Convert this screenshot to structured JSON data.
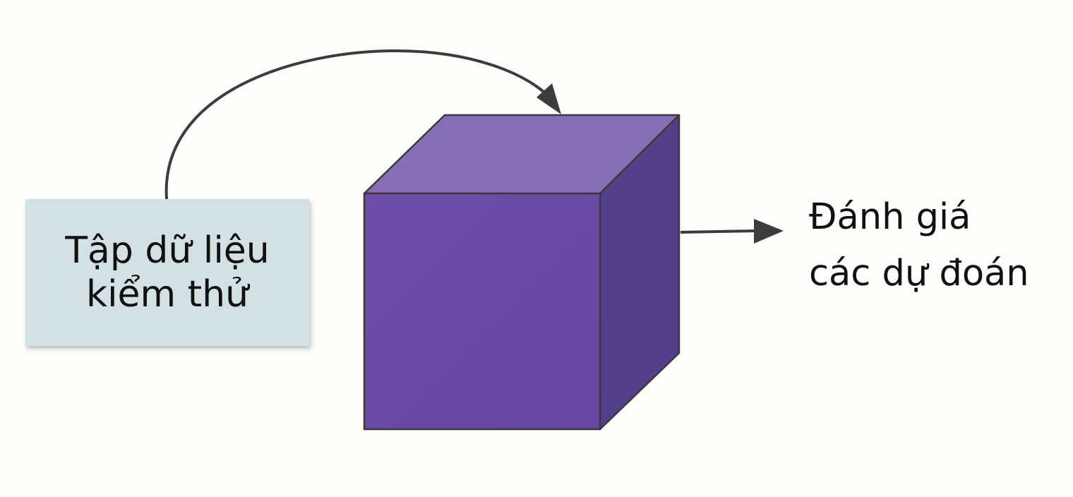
{
  "input_box": {
    "line1": "Tập dữ liệu",
    "line2": "kiểm thử"
  },
  "output_label": {
    "line1": "Đánh giá",
    "line2": "các dự đoán"
  },
  "colors": {
    "background": "#fdfdfc",
    "input_box_fill": "#d3e0e4",
    "cube_front": "#6a4ba6",
    "cube_top": "#8670b5",
    "cube_side": "#533f8a",
    "edge": "#3a3a3a",
    "arrow": "#3c3c3c"
  }
}
